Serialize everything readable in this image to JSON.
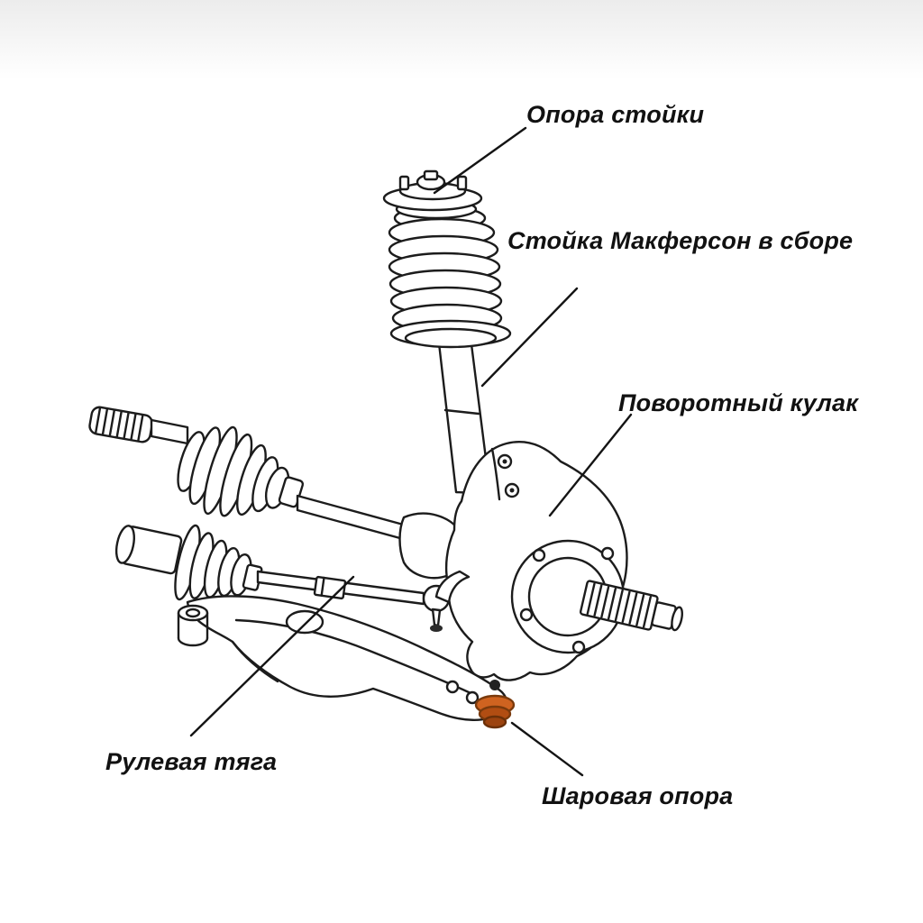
{
  "diagram": {
    "labels": {
      "strut_mount": "Опора стойки",
      "strut_assembly": "Стойка Макферсон в сборе",
      "steering_knuckle": "Поворотный кулак",
      "tie_rod": "Рулевая тяга",
      "ball_joint": "Шаровая опора"
    },
    "colors": {
      "line": "#1c1c1c",
      "label_text": "#111111",
      "ball_joint_top": "#cf6320",
      "ball_joint_mid": "#b14d12",
      "ball_joint_bottom": "#9c430f"
    }
  }
}
